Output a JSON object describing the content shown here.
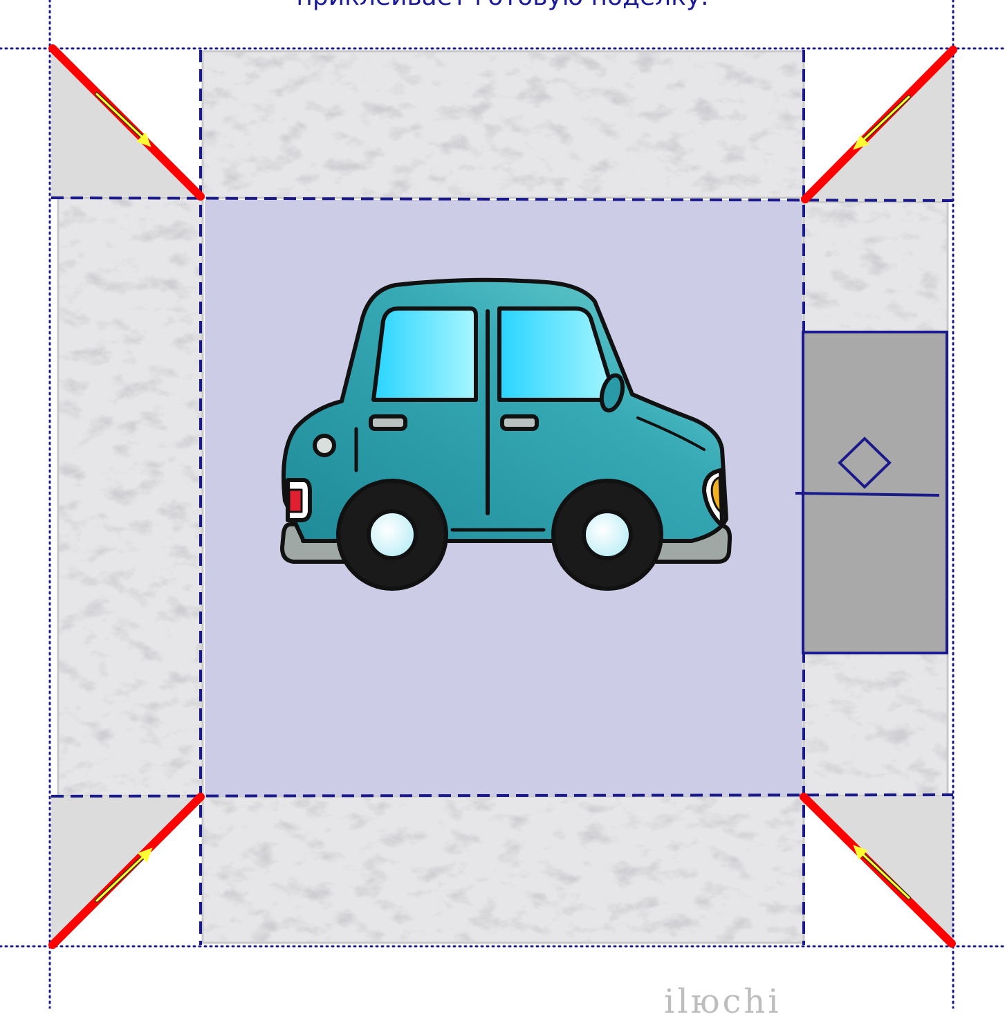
{
  "caption": "приклеивает готовую поделку.",
  "footer_fragment": "ilюchi",
  "colors": {
    "marble_base": "#e2e2e4",
    "marble_vein": "#9a9aa0",
    "center_panel": "#cccce6",
    "corner_flap": "#dcdcdc",
    "fold_line": "#1a1a8a",
    "cut_line": "#ff0000",
    "arrow": "#ffff33",
    "clasp": "#a9a9a9",
    "car_body": "#2a9aa8",
    "car_window": "#2fd6ff"
  },
  "icons": {
    "clasp_symbol": "diamond-outline",
    "centerpiece": "car-side-view"
  }
}
